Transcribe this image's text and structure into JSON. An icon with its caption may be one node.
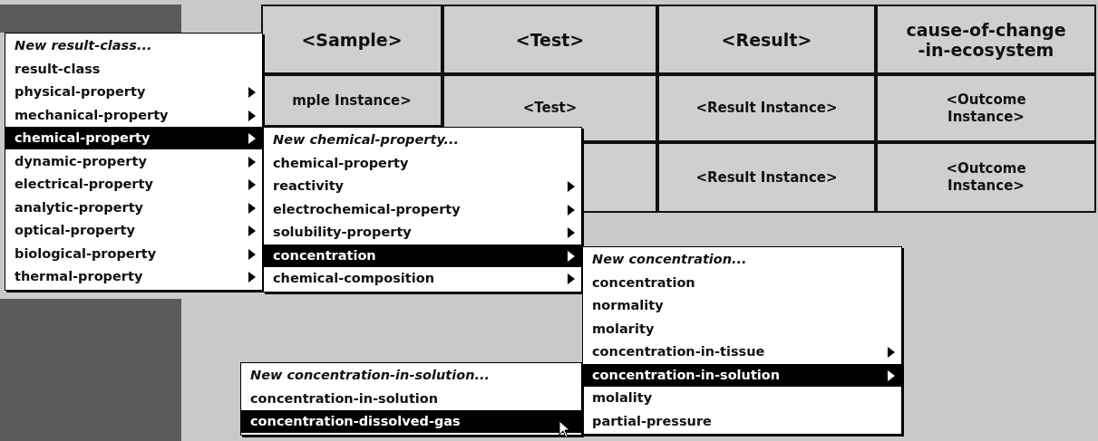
{
  "diagram": {
    "nodes": [
      {
        "text": [
          "<Sample>"
        ]
      },
      {
        "text": [
          "<Test>"
        ]
      },
      {
        "text": [
          "<Result>"
        ]
      },
      {
        "text": [
          "cause-of-change -in-ecosystem"
        ]
      },
      {
        "text": [
          "mple Instance>"
        ]
      },
      {
        "text": [
          "<Test>"
        ]
      },
      {
        "text": [
          "<Result Instance>"
        ]
      },
      {
        "text": [
          "<Outcome Instance>"
        ]
      },
      {
        "text": [
          "<Result Instance>"
        ]
      },
      {
        "text": [
          "<Outcome Instance>"
        ]
      },
      {
        "text": [
          "New result-class...",
          "result-class",
          "physical-property",
          "mechanical-property",
          "chemical-property",
          "dynamic-property",
          "electrical-property",
          "analytic-property",
          "optical-property",
          "biological-property",
          "thermal-property"
        ]
      },
      {
        "text": [
          "New chemical-property...",
          "chemical-property",
          "reactivity",
          "electrochemical-property",
          "solubility-property",
          "concentration",
          "chemical-composition"
        ]
      },
      {
        "text": [
          "New concentration...",
          "concentration",
          "normality",
          "molarity",
          "concentration-in-tissue",
          "concentration-in-solution",
          "molality",
          "partial-pressure"
        ]
      },
      {
        "text": [
          "New concentration-in-solution...",
          "concentration-in-solution",
          "concentration-dissolved-gas"
        ]
      }
    ]
  }
}
